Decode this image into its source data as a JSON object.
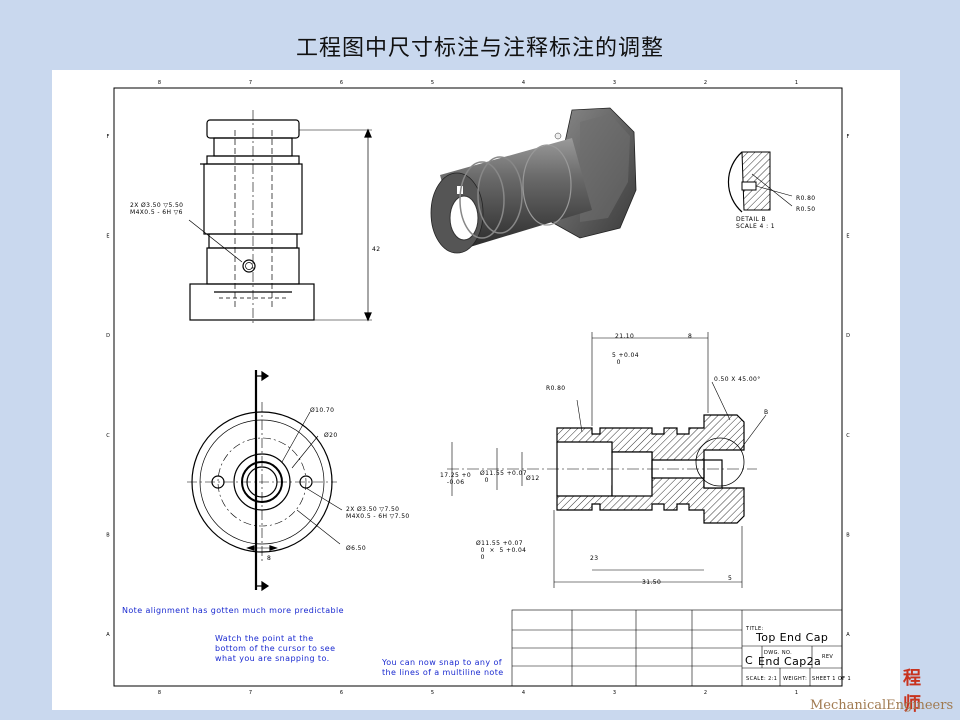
{
  "slide": {
    "title": "工程图中尺寸标注与注释标注的调整"
  },
  "notes": {
    "alignment": "Note alignment has gotten much more predictable",
    "watch": "Watch the point at the\nbottom of the cursor to see\nwhat you are snapping to.",
    "multiline": "You can now snap to any of\nthe lines of a multiline note"
  },
  "border": {
    "top_labels": [
      "8",
      "7",
      "6",
      "5",
      "4",
      "3",
      "2",
      "1"
    ],
    "side_labels": [
      "F",
      "E",
      "D",
      "C",
      "B",
      "A"
    ]
  },
  "dimensions": {
    "callout_hole_top": "2X Ø3.50 ▽5.50\nM4X0.5 - 6H ▽6",
    "overall_height": "42",
    "dia_10_70": "Ø10.70",
    "dia_20": "Ø20",
    "callout_hole_side": "2X Ø3.50 ▽7.50\nM4X0.5 - 6H ▽7.50",
    "dia_6_50": "Ø6.50",
    "side_8": "8",
    "r080_detail": "R0.80",
    "r050_detail": "R0.50",
    "detail_label": "DETAIL B\nSCALE 4 : 1",
    "len_21_10": "21.10",
    "len_8": "8",
    "tol_5": "5 +0.04\n  0",
    "r080_section": "R0.80",
    "chamfer": "0.50 X 45.00°",
    "marker_b": "B",
    "dia_17": "17.25 +0\n   -0.06",
    "dia_11_55": "Ø11.55 +0.07\n  0",
    "dia_12": "Ø12",
    "bottom_callout": "Ø11.55 +0.07\n  0  ×  5 +0.04\n  0",
    "len_23": "23",
    "len_31_50": "31.50",
    "len_5": "5"
  },
  "title_block": {
    "title_label": "TITLE:",
    "title": "Top End Cap",
    "size": "C",
    "dwg_no_label": "DWG. NO.",
    "dwg_no": "End Cap2a",
    "rev_label": "REV",
    "scale": "SCALE: 2:1",
    "weight": "WEIGHT:",
    "sheet": "SHEET 1 OF 1"
  },
  "watermark": {
    "chars": "程 师",
    "en": "MechanicalEngineers"
  }
}
